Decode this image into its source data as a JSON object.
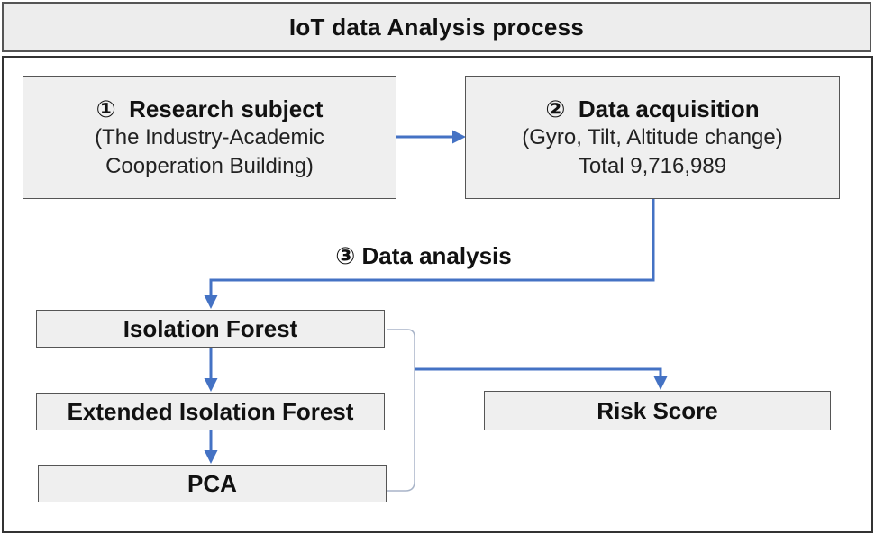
{
  "title": "IoT data Analysis process",
  "boxes": {
    "subject": {
      "marker": "①",
      "heading": "Research subject",
      "line1": "(The Industry-Academic",
      "line2": "Cooperation Building)"
    },
    "acquisition": {
      "marker": "②",
      "heading": "Data acquisition",
      "line1": "(Gyro, Tilt, Altitude change)",
      "line2": "Total 9,716,989"
    },
    "isolation_forest": "Isolation Forest",
    "extended_isolation_forest": "Extended Isolation Forest",
    "pca": "PCA",
    "risk_score": "Risk Score"
  },
  "analysis": {
    "marker": "③",
    "label": "Data analysis"
  },
  "colors": {
    "arrow": "#4472c4",
    "box_fill": "#efefef",
    "box_border": "#555555",
    "bracket": "#a8b4c8"
  }
}
